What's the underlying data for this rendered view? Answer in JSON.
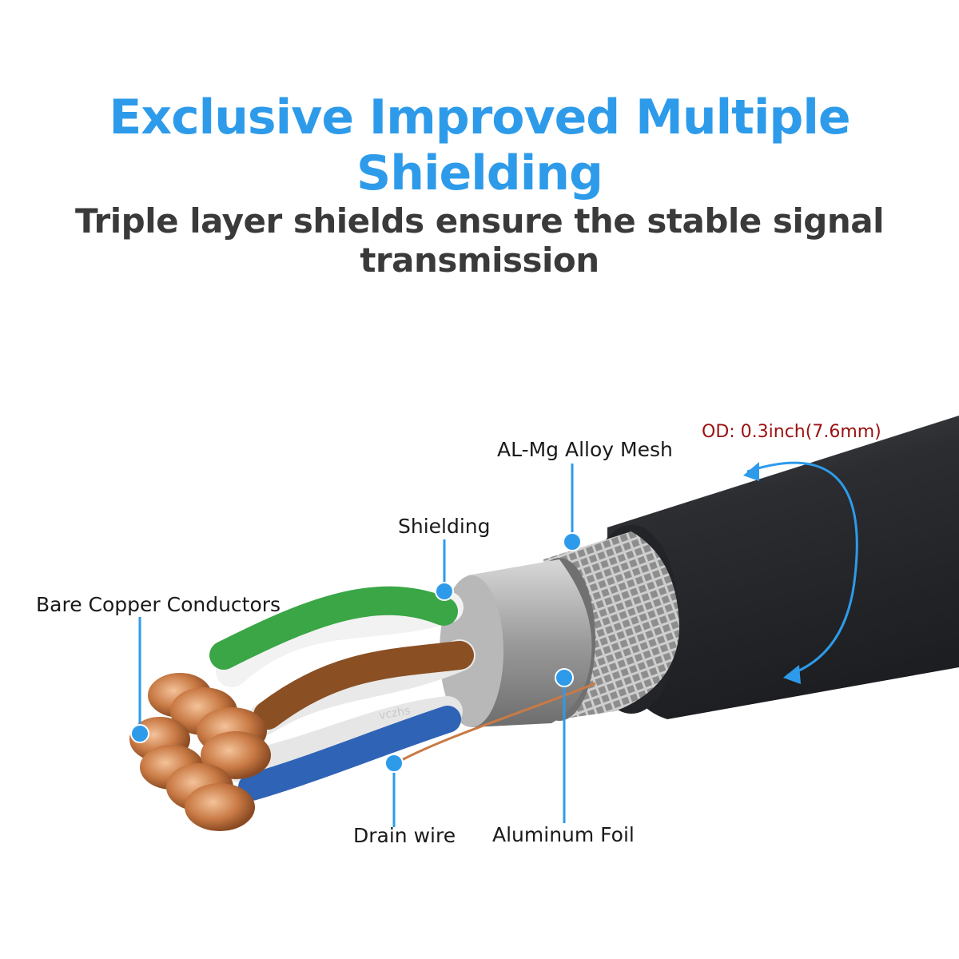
{
  "header": {
    "title": "Exclusive Improved Multiple Shielding",
    "subtitle": "Triple layer shields ensure the stable signal transmission"
  },
  "callouts": {
    "od": "OD: 0.3inch(7.6mm)",
    "alloy_mesh": "AL-Mg Alloy Mesh",
    "shielding": "Shielding",
    "bare_copper": "Bare Copper Conductors",
    "drain_wire": "Drain wire",
    "aluminum_foil": "Aluminum Foil"
  },
  "watermark": "vczhs",
  "colors": {
    "title": "#2e9bea",
    "subtitle": "#3a3a3a",
    "callout_dot": "#2e9bea",
    "od_text": "#9b1010",
    "jacket": "#2b2d31",
    "copper": "#c97a45",
    "pair_green": "#3aa645",
    "pair_brown": "#8a4f23",
    "pair_blue": "#2f63b5"
  }
}
